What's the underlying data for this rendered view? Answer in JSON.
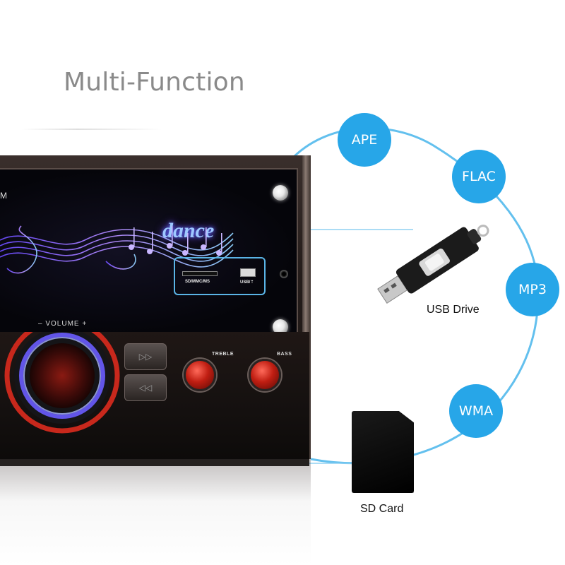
{
  "title": "Multi-Function",
  "device": {
    "display_partial_label": "M",
    "display_text": "dance",
    "volume_label": "–  VOLUME  +",
    "treble_label": "TREBLE",
    "bass_label": "BASS",
    "sd_port_label": "SD/MMC/MS",
    "usb_port_label": "USB/⇡",
    "skip_forward": "▷▷",
    "skip_back": "◁◁"
  },
  "formats": [
    {
      "label": "APE"
    },
    {
      "label": "FLAC"
    },
    {
      "label": "MP3"
    },
    {
      "label": "WMA"
    }
  ],
  "captions": {
    "usb": "USB Drive",
    "sd": "SD Card"
  },
  "colors": {
    "accent_blue": "#27a6e8",
    "ring_line": "#63c0ee",
    "title_gray": "#8a8a8a"
  }
}
